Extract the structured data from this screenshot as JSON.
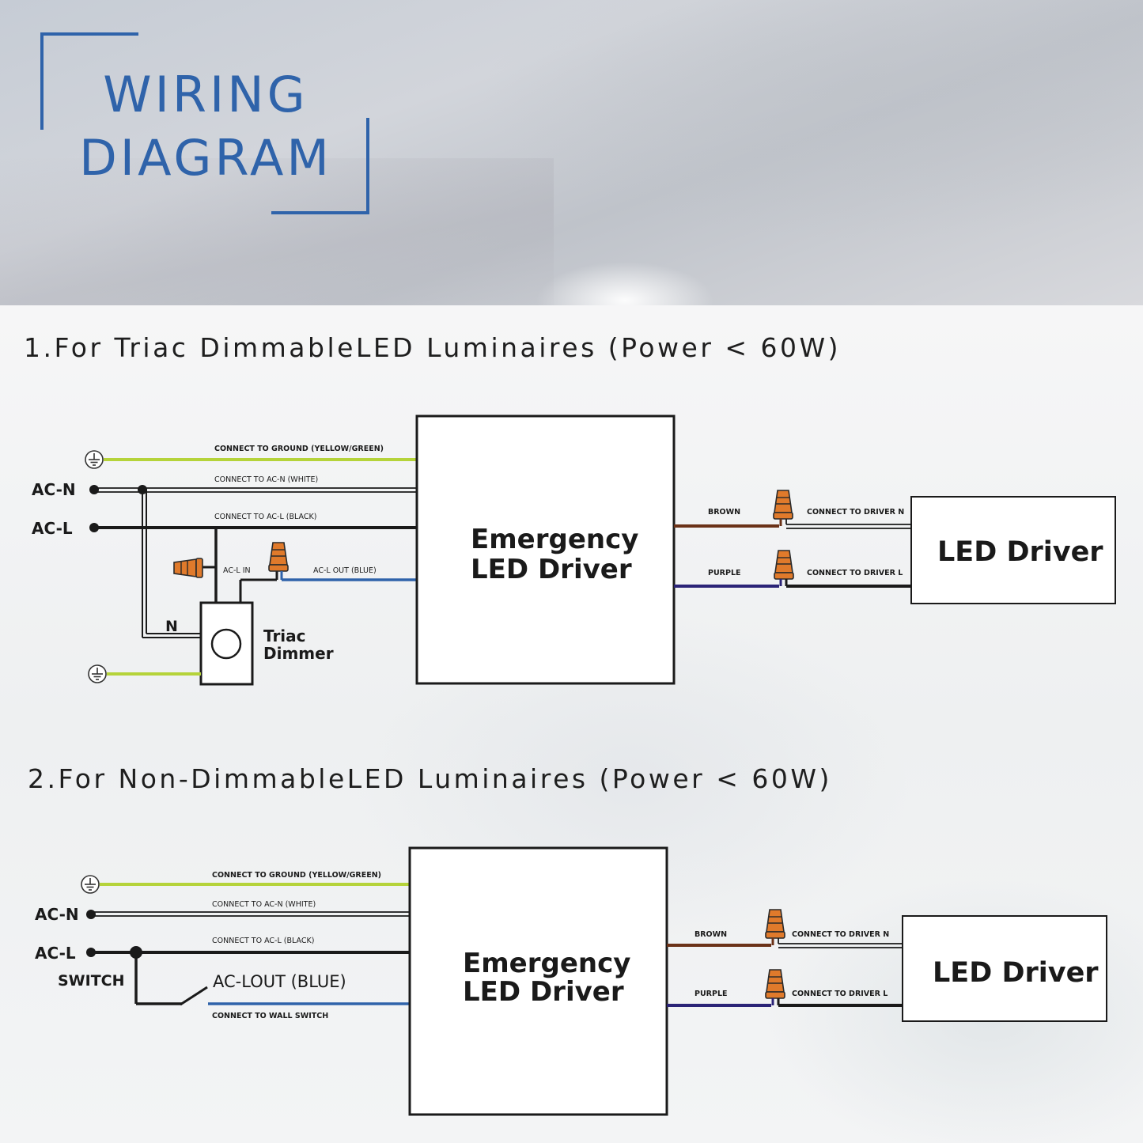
{
  "header": {
    "title_line1": "WIRING",
    "title_line2": "DIAGRAM"
  },
  "colors": {
    "accent": "#2f63aa",
    "ground": "#b5d33a",
    "blue_wire": "#2f63aa",
    "brown_wire": "#6b3218",
    "purple_wire": "#2b2477",
    "connector": "#e07a2b"
  },
  "section1": {
    "title": "1.For Triac DimmableLED Luminaires (Power < 60W)",
    "ac_n": "AC-N",
    "ac_l": "AC-L",
    "wire_ground": "CONNECT TO GROUND (YELLOW/GREEN)",
    "wire_acn": "CONNECT TO AC-N (WHITE)",
    "wire_acl": "CONNECT TO AC-L (BLACK)",
    "ac_l_in": "AC-L IN",
    "ac_l_out": "AC-L OUT (BLUE)",
    "dimmer_n": "N",
    "dimmer_line1": "Triac",
    "dimmer_line2": "Dimmer",
    "emergency_line1": "Emergency",
    "emergency_line2": "LED Driver",
    "brown": "BROWN",
    "purple": "PURPLE",
    "to_driver_n": "CONNECT TO DRIVER N",
    "to_driver_l": "CONNECT TO DRIVER L",
    "led_driver": "LED Driver"
  },
  "section2": {
    "title": "2.For Non-DimmableLED Luminaires (Power < 60W)",
    "ac_n": "AC-N",
    "ac_l": "AC-L",
    "switch": "SWITCH",
    "wire_ground": "CONNECT TO GROUND (YELLOW/GREEN)",
    "wire_acn": "CONNECT TO AC-N (WHITE)",
    "wire_acl": "CONNECT TO AC-L (BLACK)",
    "ac_l_out": "AC-LOUT (BLUE)",
    "wall_switch": "CONNECT TO WALL SWITCH",
    "emergency_line1": "Emergency",
    "emergency_line2": "LED Driver",
    "brown": "BROWN",
    "purple": "PURPLE",
    "to_driver_n": "CONNECT TO DRIVER N",
    "to_driver_l": "CONNECT TO DRIVER L",
    "led_driver": "LED Driver"
  }
}
